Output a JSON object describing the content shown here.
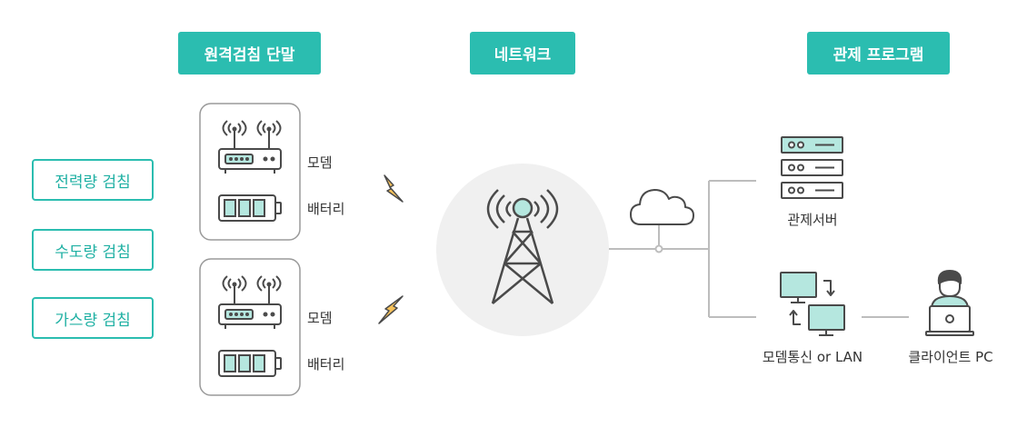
{
  "headers": {
    "terminal": "원격검침 단말",
    "network": "네트워크",
    "control": "관제 프로그램"
  },
  "meters": [
    {
      "label": "전력량 검침"
    },
    {
      "label": "수도량 검침"
    },
    {
      "label": "가스량 검침"
    }
  ],
  "terminals": [
    {
      "modem_label": "모뎀",
      "battery_label": "배터리"
    },
    {
      "modem_label": "모뎀",
      "battery_label": "배터리"
    }
  ],
  "control": {
    "server_label": "관제서버",
    "comm_label": "모뎀통신 or LAN",
    "client_label": "클라이언트 PC"
  },
  "colors": {
    "accent": "#2bbdb0",
    "mint_fill": "#b5e7df",
    "stroke": "#4a4a4a",
    "lightning": "#f7c25a",
    "circle_bg": "#f0f0f0",
    "line": "#bdbdbd"
  }
}
